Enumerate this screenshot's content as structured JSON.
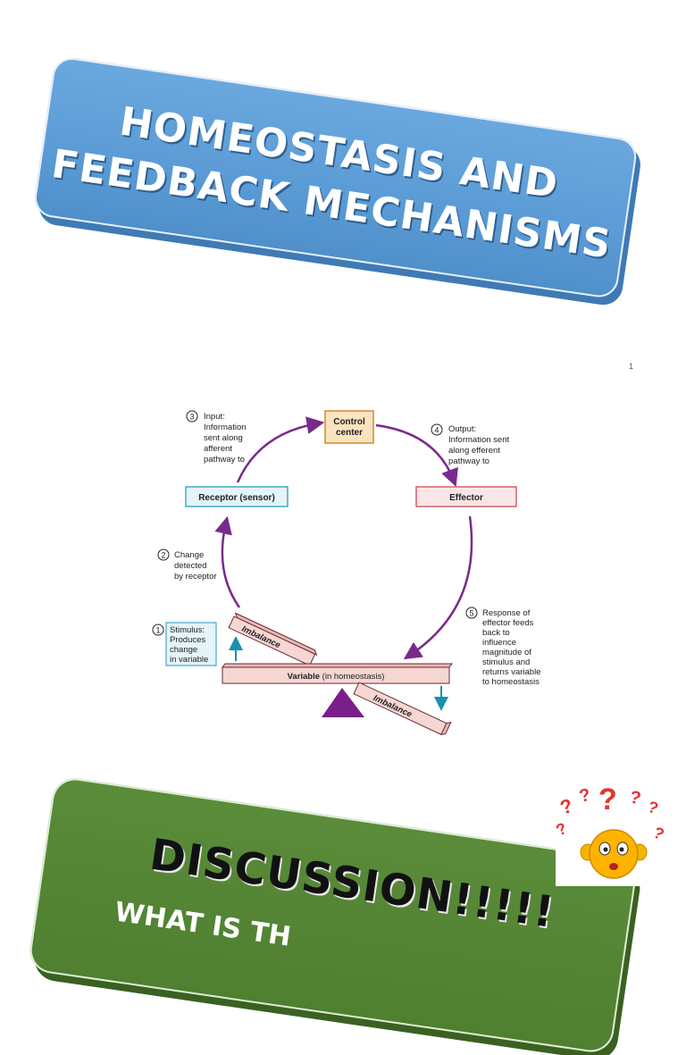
{
  "slide1": {
    "title_line1": "HOMEOSTASIS AND",
    "title_line2": "FEEDBACK MECHANISMS"
  },
  "page_number": "1",
  "diagram": {
    "control_center": [
      "Control",
      "center"
    ],
    "receptor": "Receptor (sensor)",
    "effector": "Effector",
    "step3": {
      "num": "3",
      "lines": [
        "Input:",
        "Information",
        "sent along",
        "afferent",
        "pathway to"
      ]
    },
    "step4": {
      "num": "4",
      "lines": [
        "Output:",
        "Information sent",
        "along efferent",
        "pathway to"
      ]
    },
    "step2": {
      "num": "2",
      "lines": [
        "Change",
        "detected",
        "by receptor"
      ]
    },
    "step1": {
      "num": "1",
      "lines": [
        "Stimulus:",
        "Produces",
        "change",
        "in variable"
      ]
    },
    "step5": {
      "num": "5",
      "lines": [
        "Response of",
        "effector feeds",
        "back to",
        "influence",
        "magnitude of",
        "stimulus and",
        "returns variable",
        "to homeostasis"
      ]
    },
    "imbalance_label": "Imbalance",
    "variable_bold": "Variable",
    "variable_rest": " (in homeostasis)",
    "colors": {
      "arrow": "#7a2a8a",
      "teal": "#1a8fb0",
      "beam": "#f6d6d2"
    }
  },
  "slide2": {
    "title": "DISCUSSION!!!!!",
    "subtitle": "WHAT IS TH"
  }
}
